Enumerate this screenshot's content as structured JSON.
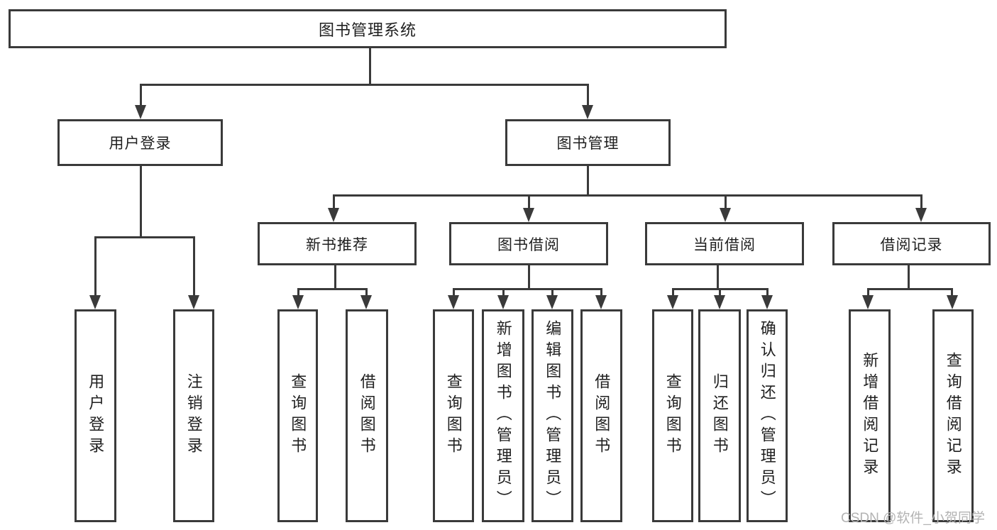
{
  "tree": {
    "root": "图书管理系统",
    "children": [
      {
        "label": "用户登录",
        "children": [
          "用户登录",
          "注销登录"
        ]
      },
      {
        "label": "图书管理",
        "children": [
          {
            "label": "新书推荐",
            "children": [
              "查询图书",
              "借阅图书"
            ]
          },
          {
            "label": "图书借阅",
            "children": [
              "查询图书",
              "新增图书（管理员）",
              "编辑图书（管理员）",
              "借阅图书"
            ]
          },
          {
            "label": "当前借阅",
            "children": [
              "查询图书",
              "归还图书",
              "确认归还（管理员）"
            ]
          },
          {
            "label": "借阅记录",
            "children": [
              "新增借阅记录",
              "查询借阅记录"
            ]
          }
        ]
      }
    ]
  },
  "watermark": {
    "text": "CSDN @软件_小贺同学"
  },
  "colors": {
    "line": "#3a3a3a",
    "text": "#1f1f1f",
    "watermark": "#b3b3b3",
    "background": "#ffffff"
  }
}
